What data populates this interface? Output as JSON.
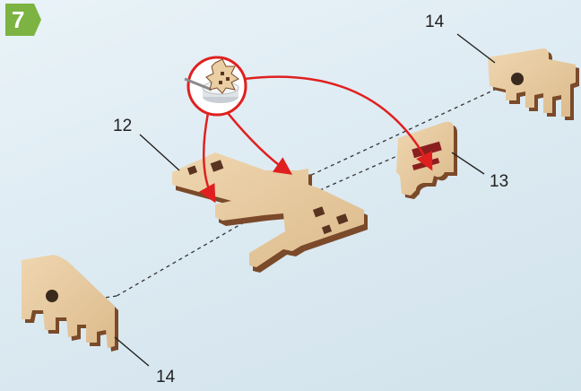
{
  "step": {
    "number": "7",
    "badge_color": "#7cb342"
  },
  "callouts": {
    "part_12": "12",
    "part_13": "13",
    "part_14_top": "14",
    "part_14_bottom": "14"
  },
  "colors": {
    "wood_face": "#e6c9a0",
    "wood_edge": "#7a4a2a",
    "arrow": "#e02020",
    "guide_line": "#333333"
  },
  "icons": {
    "glue": "glue-pot-icon"
  }
}
